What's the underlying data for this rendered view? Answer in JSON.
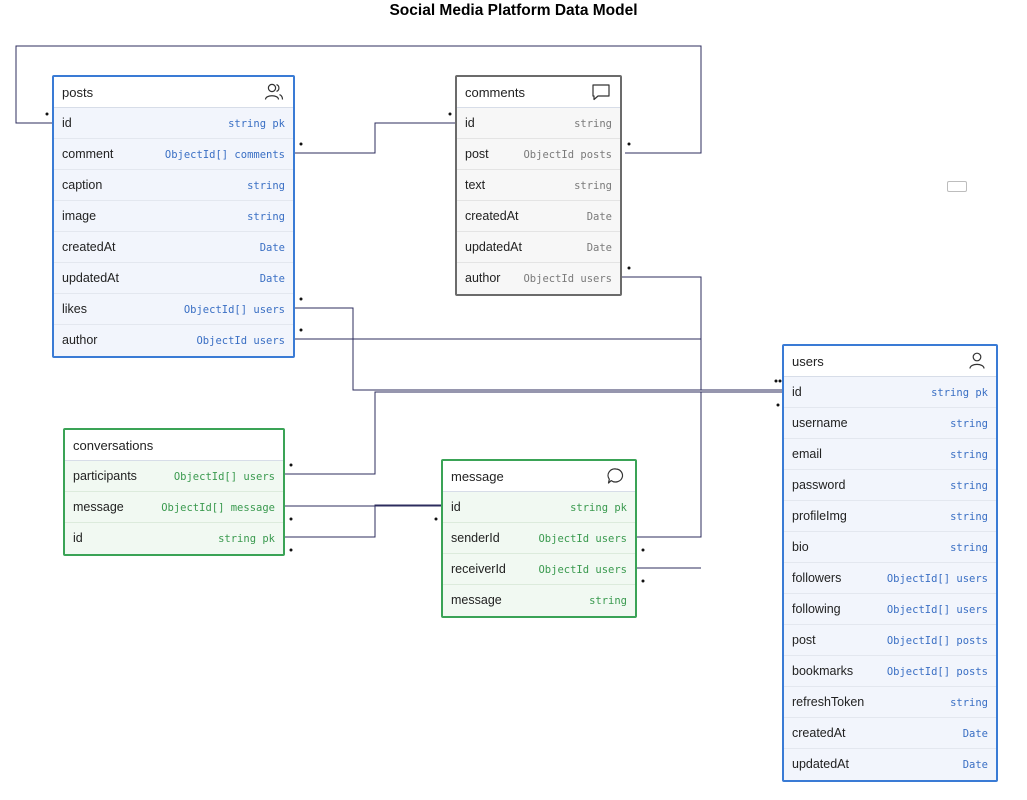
{
  "title": "Social Media Platform Data Model",
  "colors": {
    "blue": "#3a7bd5",
    "gray": "#6b6b6b",
    "green": "#3aa356",
    "line": "#2c2c5e"
  },
  "entities": {
    "posts": {
      "name": "posts",
      "icon": "users-icon",
      "fields": [
        {
          "name": "id",
          "type": "string pk"
        },
        {
          "name": "comment",
          "type": "ObjectId[] comments"
        },
        {
          "name": "caption",
          "type": "string"
        },
        {
          "name": "image",
          "type": "string"
        },
        {
          "name": "createdAt",
          "type": "Date"
        },
        {
          "name": "updatedAt",
          "type": "Date"
        },
        {
          "name": "likes",
          "type": "ObjectId[] users"
        },
        {
          "name": "author",
          "type": "ObjectId users"
        }
      ]
    },
    "comments": {
      "name": "comments",
      "icon": "speech-bubble-icon",
      "fields": [
        {
          "name": "id",
          "type": "string"
        },
        {
          "name": "post",
          "type": "ObjectId posts"
        },
        {
          "name": "text",
          "type": "string"
        },
        {
          "name": "createdAt",
          "type": "Date"
        },
        {
          "name": "updatedAt",
          "type": "Date"
        },
        {
          "name": "author",
          "type": "ObjectId users"
        }
      ]
    },
    "conversations": {
      "name": "conversations",
      "icon": "",
      "fields": [
        {
          "name": "participants",
          "type": "ObjectId[] users"
        },
        {
          "name": "message",
          "type": "ObjectId[] message"
        },
        {
          "name": "id",
          "type": "string pk"
        }
      ]
    },
    "message": {
      "name": "message",
      "icon": "chat-bubble-icon",
      "fields": [
        {
          "name": "id",
          "type": "string pk"
        },
        {
          "name": "senderId",
          "type": "ObjectId users"
        },
        {
          "name": "receiverId",
          "type": "ObjectId users"
        },
        {
          "name": "message",
          "type": "string"
        }
      ]
    },
    "users": {
      "name": "users",
      "icon": "user-icon",
      "fields": [
        {
          "name": "id",
          "type": "string pk"
        },
        {
          "name": "username",
          "type": "string"
        },
        {
          "name": "email",
          "type": "string"
        },
        {
          "name": "password",
          "type": "string"
        },
        {
          "name": "profileImg",
          "type": "string"
        },
        {
          "name": "bio",
          "type": "string"
        },
        {
          "name": "followers",
          "type": "ObjectId[] users"
        },
        {
          "name": "following",
          "type": "ObjectId[] users"
        },
        {
          "name": "post",
          "type": "ObjectId[] posts"
        },
        {
          "name": "bookmarks",
          "type": "ObjectId[] posts"
        },
        {
          "name": "refreshToken",
          "type": "string"
        },
        {
          "name": "createdAt",
          "type": "Date"
        },
        {
          "name": "updatedAt",
          "type": "Date"
        }
      ]
    }
  }
}
